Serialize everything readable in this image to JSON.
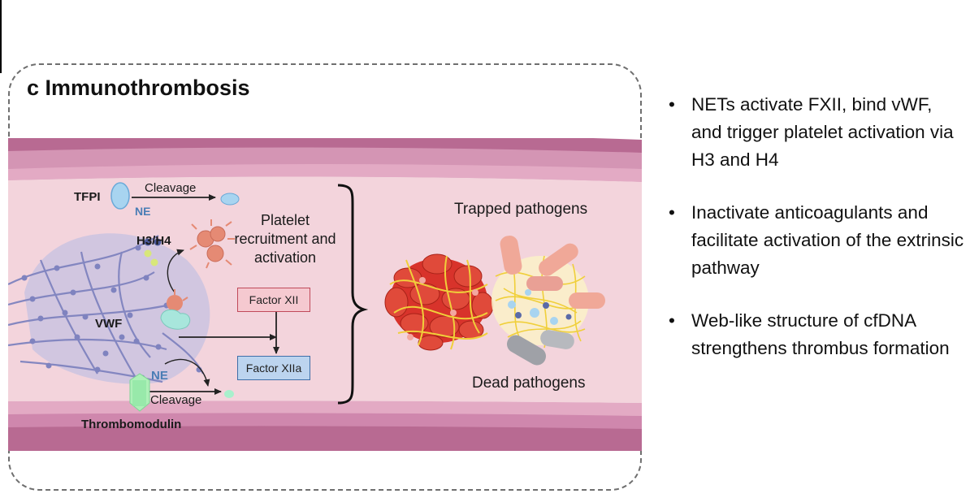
{
  "panel": {
    "title": "c Immunothrombosis"
  },
  "labels": {
    "tfpi": "TFPI",
    "cleavage_top": "Cleavage",
    "ne_top": "NE",
    "h3h4": "H3/H4",
    "platelet": "Platelet\nrecruitment and\nactivation",
    "vwf": "VWF",
    "ne_bottom": "NE",
    "cleavage_bottom": "Cleavage",
    "thrombomodulin": "Thrombomodulin",
    "factor_xii": "Factor XII",
    "factor_xiia": "Factor XIIa",
    "trapped": "Trapped pathogens",
    "dead": "Dead pathogens"
  },
  "bullets": [
    {
      "text": "NETs activate FXII, bind vWF, and trigger platelet activation via H3 and H4"
    },
    {
      "text": "Inactivate anticoagulants and facilitate activation of the extrinsic pathway"
    },
    {
      "text": "Web-like structure of cfDNA strengthens thrombus formation"
    }
  ],
  "colors": {
    "vessel_wall": "#b86a92",
    "vessel_wall_light": "#d495b4",
    "lumen": "#f3d4dc",
    "net": "#8f92c8",
    "platelet": "#e58a74",
    "clot": "#d8332b",
    "fibrin": "#f0cf3a"
  },
  "icons": [
    "tfpi-icon",
    "platelet-icon",
    "vwf-icon",
    "thrombomodulin-icon",
    "clot-icon",
    "pathogen-icon",
    "brace-icon"
  ]
}
